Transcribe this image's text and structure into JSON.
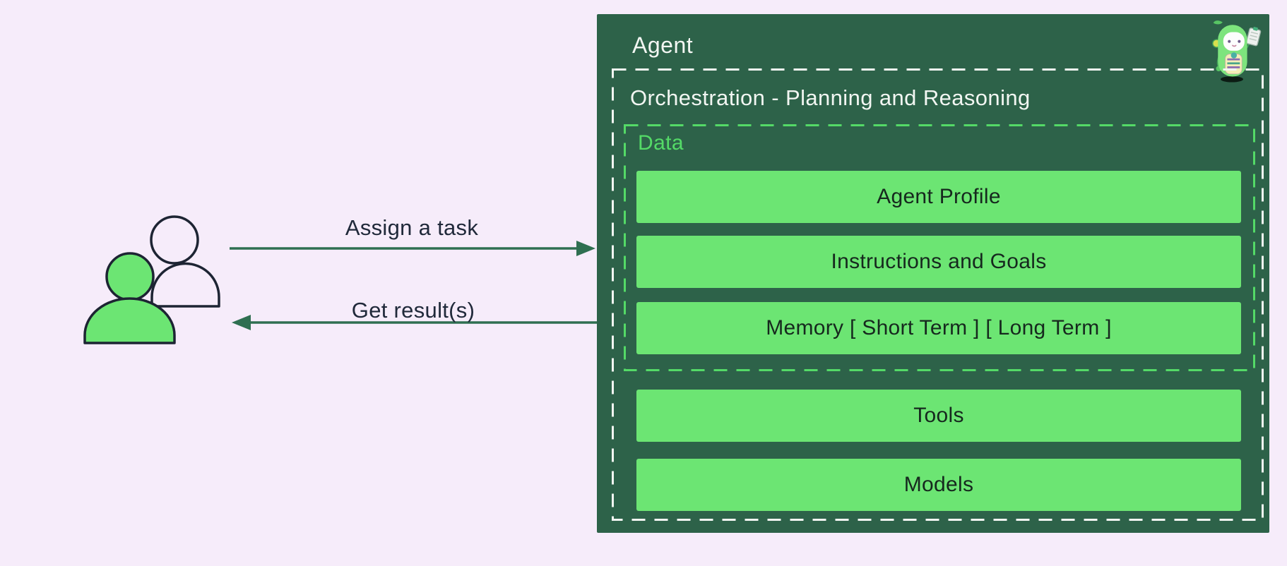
{
  "diagram": {
    "background": "#f6ecfa",
    "actors": {
      "users_icon": "two-person silhouette (front filled green, back outlined)"
    },
    "flows": {
      "assign": {
        "label": "Assign a task",
        "direction": "right"
      },
      "result": {
        "label": "Get result(s)",
        "direction": "left"
      }
    },
    "agent": {
      "title": "Agent",
      "mascot_icon": "robot-mascot-with-clipboard",
      "orchestration": {
        "title": "Orchestration - Planning and Reasoning",
        "data": {
          "title": "Data",
          "items": {
            "0": "Agent Profile",
            "1": "Instructions and Goals",
            "2": "Memory [ Short Term ] [ Long Term ]"
          }
        },
        "items": {
          "tools": "Tools",
          "models": "Models"
        }
      }
    },
    "colors": {
      "background": "#f6ecfa",
      "agent_box": "#2d6249",
      "bar_fill": "#6ce573",
      "data_accent": "#54da67",
      "arrow": "#2f6f51",
      "label_ink": "#20293a",
      "bar_text": "#16281e",
      "box_text": "#f2f6f2"
    }
  }
}
